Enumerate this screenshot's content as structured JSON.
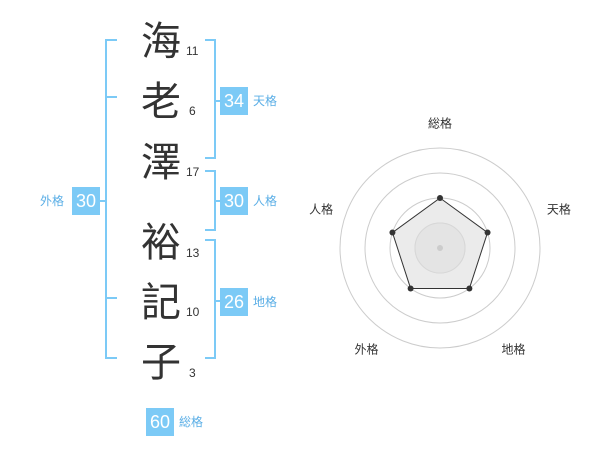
{
  "name": {
    "characters": [
      {
        "char": "海",
        "strokes": "11"
      },
      {
        "char": "老",
        "strokes": "6"
      },
      {
        "char": "澤",
        "strokes": "17"
      },
      {
        "char": "裕",
        "strokes": "13"
      },
      {
        "char": "記",
        "strokes": "10"
      },
      {
        "char": "子",
        "strokes": "3"
      }
    ]
  },
  "fortunes": {
    "tenkaku": {
      "value": "34",
      "label": "天格"
    },
    "jinkaku": {
      "value": "30",
      "label": "人格"
    },
    "chikaku": {
      "value": "26",
      "label": "地格"
    },
    "gaikaku": {
      "value": "30",
      "label": "外格"
    },
    "soukaku": {
      "value": "60",
      "label": "総格"
    }
  },
  "radar": {
    "axes": [
      "総格",
      "天格",
      "地格",
      "外格",
      "人格"
    ],
    "levels": 4,
    "max": 4,
    "values": [
      2,
      2,
      2,
      2,
      2
    ],
    "colors": {
      "line": "#333333",
      "fill": "#dddddd",
      "ring": "#cccccc"
    }
  },
  "colors": {
    "accent": "#7ccaf6",
    "bracket": "#7ccaf6",
    "label": "#5aaee6"
  }
}
